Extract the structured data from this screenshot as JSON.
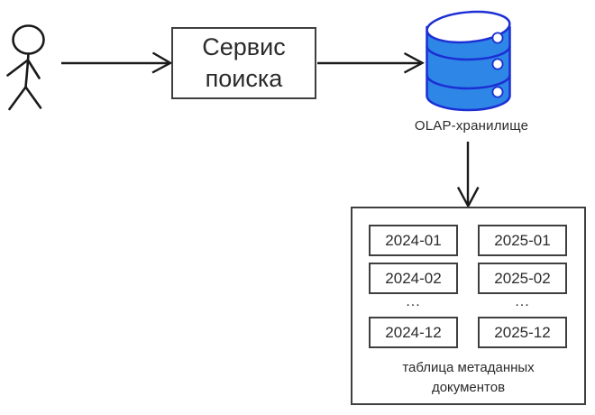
{
  "colors": {
    "canvas-bg": "#ffffff",
    "ink": "#1a1a1a",
    "box-border": "#3f3f3f",
    "text-ink": "#2b2b2b",
    "db-fill": "#2E87E6",
    "db-stroke": "#1C2FD4",
    "db-detail": "#ffffff"
  },
  "actor": {
    "icon": "stick-figure-icon"
  },
  "service": {
    "label_line1": "Сервис",
    "label_line2": "поиска"
  },
  "olap": {
    "icon": "database-icon",
    "label": "OLAP-хранилище"
  },
  "metadata_table": {
    "caption_line1": "таблица метаданных",
    "caption_line2": "документов",
    "ellipsis": "...",
    "rows": [
      [
        "2024-01",
        "2025-01"
      ],
      [
        "2024-02",
        "2025-02"
      ],
      [
        "...",
        "..."
      ],
      [
        "2024-12",
        "2025-12"
      ]
    ]
  }
}
